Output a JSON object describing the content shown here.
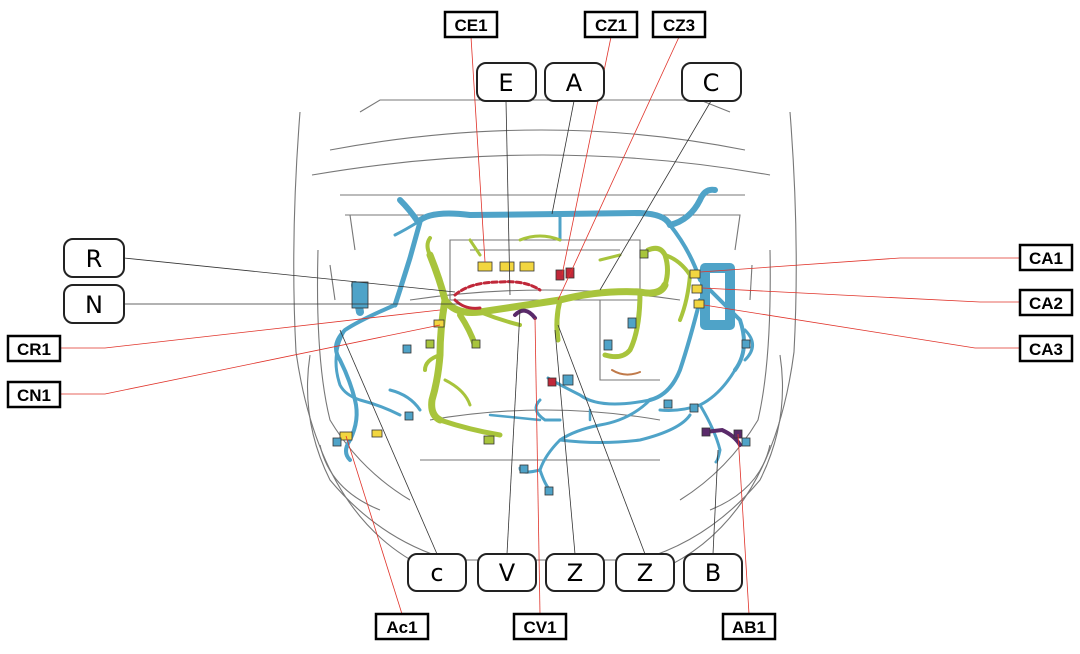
{
  "connector_labels": {
    "CE1": "CE1",
    "CZ1": "CZ1",
    "CZ3": "CZ3",
    "CA1": "CA1",
    "CA2": "CA2",
    "CA3": "CA3",
    "CR1": "CR1",
    "CN1": "CN1",
    "Ac1": "Ac1",
    "CV1": "CV1",
    "AB1": "AB1"
  },
  "harness_labels": {
    "E": "E",
    "A": "A",
    "C": "C",
    "R": "R",
    "N": "N",
    "c": "c",
    "V": "V",
    "Z1": "Z",
    "Z2": "Z",
    "B": "B"
  },
  "colors": {
    "engine_harness": "#a8c43c",
    "body_harness": "#4fa3c8",
    "connector_line": "#e0332a",
    "leader_line": "#333333",
    "connector_fill": "#f2d640",
    "accent_red": "#c0283a",
    "accent_purple": "#5a2a6a"
  }
}
